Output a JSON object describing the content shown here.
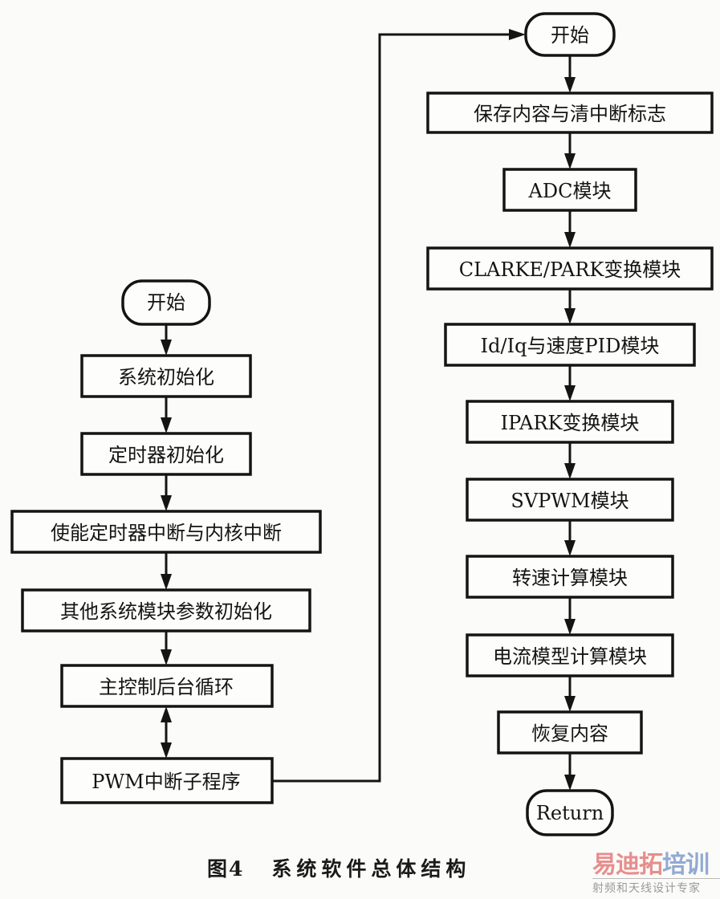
{
  "diagram": {
    "type": "flowchart",
    "left_flow": {
      "start": "开始",
      "steps": [
        "系统初始化",
        "定时器初始化",
        "使能定时器中断与内核中断",
        "其他系统模块参数初始化",
        "主控制后台循环",
        "PWM中断子程序"
      ],
      "bidirectional_link": [
        "主控制后台循环",
        "PWM中断子程序"
      ]
    },
    "right_flow": {
      "start": "开始",
      "steps": [
        "保存内容与清中断标志",
        "ADC模块",
        "CLARKE/PARK变换模块",
        "Id/Iq与速度PID模块",
        "IPARK变换模块",
        "SVPWM模块",
        "转速计算模块",
        "电流模型计算模块",
        "恢复内容"
      ],
      "end": "Return"
    },
    "cross_link": {
      "from": "PWM中断子程序",
      "to": "开始 (右侧中断流程)"
    }
  },
  "caption": {
    "figure_label": "图4",
    "title": "系统软件总体结构"
  },
  "watermark": {
    "brand_part1": "易迪拓",
    "brand_part2": "培训",
    "tagline": "射频和天线设计专家",
    "color_red": "#e06a6a",
    "color_blue": "#6e8fc6"
  }
}
